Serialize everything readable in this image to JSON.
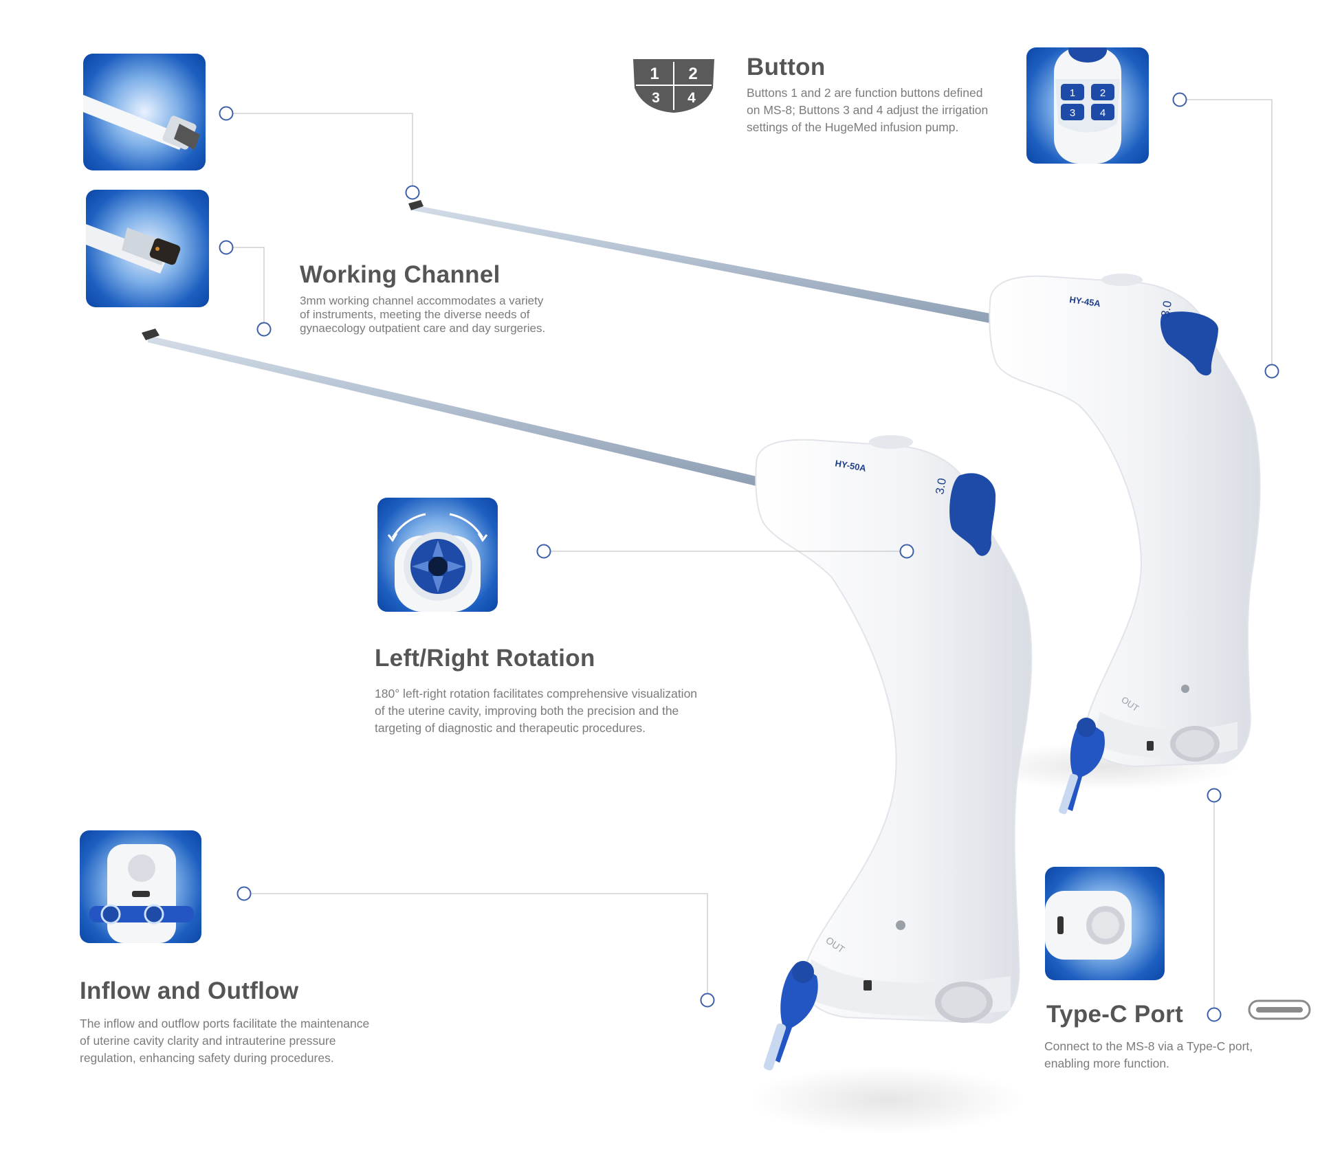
{
  "features": {
    "button": {
      "title": "Button",
      "description": "Buttons 1 and 2 are function buttons defined\n on MS-8; Buttons 3 and 4 adjust the irrigation\nsettings of the HugeMed infusion pump.",
      "keys": [
        "1",
        "2",
        "3",
        "4"
      ]
    },
    "working_channel": {
      "title": "Working Channel",
      "description": "3mm working channel accommodates a variety\nof instruments, meeting the diverse needs of\ngynaecology outpatient care and day surgeries."
    },
    "rotation": {
      "title": "Left/Right Rotation",
      "description": "180° left-right rotation facilitates comprehensive visualization\nof the uterine cavity, improving both the precision and the\ntargeting of diagnostic and therapeutic procedures."
    },
    "inflow_outflow": {
      "title": "Inflow and Outflow",
      "description": "The inflow and outflow ports facilitate the maintenance\nof uterine cavity clarity and intrauterine pressure\nregulation, enhancing safety during procedures."
    },
    "type_c": {
      "title": "Type-C Port",
      "description": "Connect to the MS-8 via a Type-C port,\nenabling more function."
    }
  },
  "devices": {
    "back": {
      "model": "HY-45A",
      "size": "3.0"
    },
    "front": {
      "model": "HY-50A",
      "size": "3.0",
      "port_label": "OUT"
    },
    "back_port_label": "OUT"
  },
  "colors": {
    "accent_blue": "#1e55b4",
    "thumb_blue": "#1d5fc0",
    "leader_line": "#c8c8c8",
    "marker_ring": "#3c5fa8",
    "device_white": "#f4f5f7",
    "shaft_gray": "#b9c6d6"
  },
  "icons": [
    "button-keypad-icon",
    "type-c-port-icon",
    "rotation-arrows-icon"
  ]
}
